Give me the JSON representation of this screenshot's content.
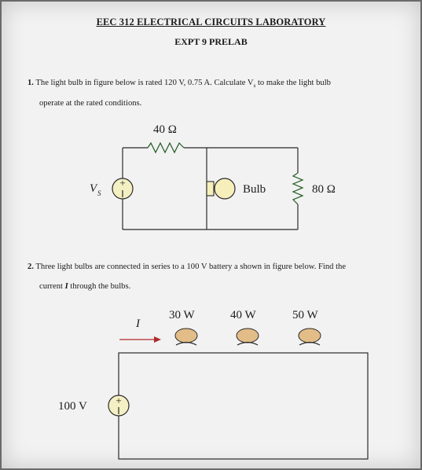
{
  "header": {
    "title": "EEC 312 ELECTRICAL CIRCUITS LABORATORY",
    "subtitle": "EXPT 9 PRELAB"
  },
  "q1": {
    "number": "1.",
    "line1": "The light bulb in figure below is rated 120 V, 0.75 A. Calculate V",
    "line1_sub": "s",
    "line1_end": " to make the light bulb",
    "line2": "operate at the rated conditions.",
    "figure": {
      "resistor_top": "40 Ω",
      "source_label": "V",
      "source_sub": "S",
      "bulb_label": "Bulb",
      "resistor_right": "80 Ω"
    }
  },
  "q2": {
    "number": "2.",
    "line1": "Three light bulbs are connected in series to a 100 V battery a shown in figure below. Find the",
    "line2_pre": "current ",
    "line2_var": "I",
    "line2_post": " through the bulbs.",
    "figure": {
      "current_label": "I",
      "bulbs": [
        "30 W",
        "40 W",
        "50 W"
      ],
      "battery_label": "100 V"
    }
  },
  "colors": {
    "wire": "#2a2a2a",
    "resistor": "#1f5a22",
    "source_fill": "#f4f0c4",
    "bulb_fill": "#f6efbb",
    "arrow": "#b02a2a",
    "bulb_base": "#e3bd88"
  }
}
